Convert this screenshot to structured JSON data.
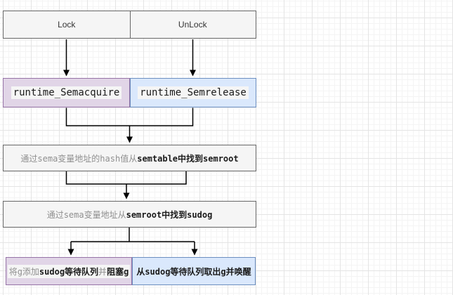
{
  "diagram": {
    "title": "go semaphore lock-unlock flow",
    "colors": {
      "gray_fill": "#f5f5f5",
      "gray_border": "#666666",
      "purple_fill": "#e1d5e7",
      "purple_border": "#9673a6",
      "blue_fill": "#dae8fc",
      "blue_border": "#6c8ebf",
      "text_dark": "#1a1a1a",
      "text_gray": "#8f8f8f",
      "connector": "#000000",
      "label_highlight": "#f5f5f5"
    },
    "nodes": {
      "lock": {
        "label": "Lock"
      },
      "unlock": {
        "label": "UnLock"
      },
      "semacquire": {
        "label": "runtime_Semacquire"
      },
      "semrelease": {
        "label": "runtime_Semrelease"
      },
      "find_semroot": {
        "segments": [
          {
            "text": "通过sema变量地址的hash值从",
            "style": "gray"
          },
          {
            "text": "semtable中找到semroot",
            "style": "dark"
          }
        ]
      },
      "find_sudog": {
        "segments": [
          {
            "text": "通过sema变量地址从",
            "style": "gray"
          },
          {
            "text": "semroot中找到sudog",
            "style": "dark"
          }
        ]
      },
      "block_g": {
        "segments": [
          {
            "text": "将g添加",
            "style": "gray"
          },
          {
            "text": "sudog等待队列",
            "style": "dark"
          },
          {
            "text": "并",
            "style": "gray"
          },
          {
            "text": "阻塞g",
            "style": "dark"
          }
        ]
      },
      "wake_g": {
        "segments": [
          {
            "text": "从sudog等待队列取出g并唤醒",
            "style": "dark"
          }
        ]
      }
    }
  }
}
